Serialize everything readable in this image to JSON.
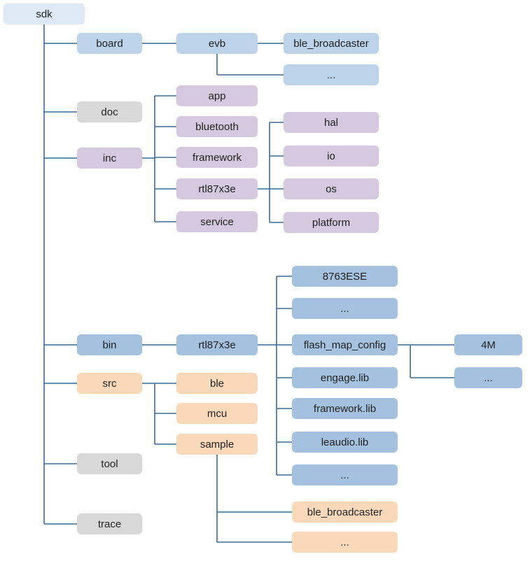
{
  "colors": {
    "line": "#3c6a96",
    "root": "#dde9f5",
    "board_branch": "#bcd3ea",
    "bin_branch": "#a4c2e0",
    "gray_leaf": "#d8d8d8",
    "inc_branch": "#d4c9de",
    "src_branch": "#fad9bb"
  },
  "tree": {
    "root": "sdk",
    "board": "board",
    "evb": "evb",
    "evb_ble_broadcaster": "ble_broadcaster",
    "evb_more": "...",
    "doc": "doc",
    "inc": "inc",
    "inc_app": "app",
    "inc_bluetooth": "bluetooth",
    "inc_framework": "framework",
    "inc_rtl87x3e": "rtl87x3e",
    "inc_service": "service",
    "rtl_hal": "hal",
    "rtl_io": "io",
    "rtl_os": "os",
    "rtl_platform": "platform",
    "bin": "bin",
    "bin_rtl87x3e": "rtl87x3e",
    "bin_8763ese": "8763ESE",
    "bin_more1": "...",
    "bin_flash_map_config": "flash_map_config",
    "flash_4m": "4M",
    "flash_more": "...",
    "bin_engage_lib": "engage.lib",
    "bin_framework_lib": "framework.lib",
    "bin_leaudio_lib": "leaudio.lib",
    "bin_more2": "...",
    "src": "src",
    "src_ble": "ble",
    "src_mcu": "mcu",
    "src_sample": "sample",
    "sample_ble_broadcaster": "ble_broadcaster",
    "sample_more": "...",
    "tool": "tool",
    "trace": "trace"
  }
}
